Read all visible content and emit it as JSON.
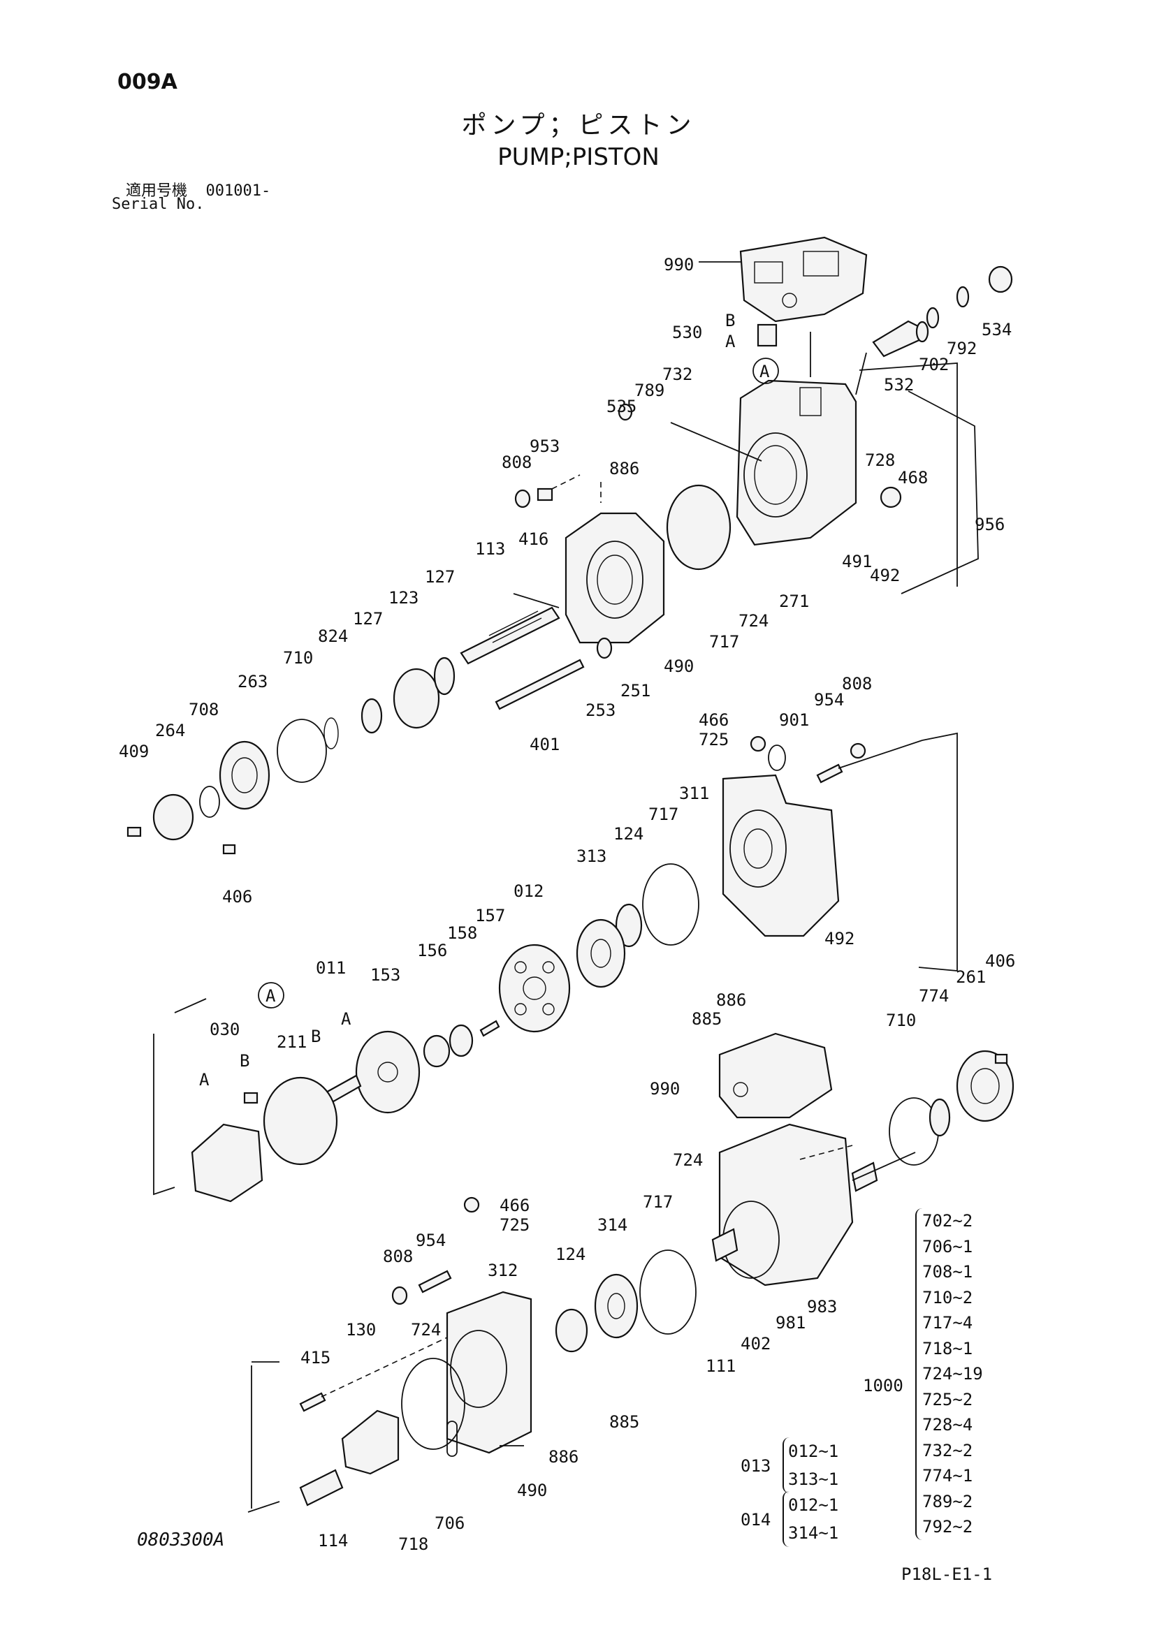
{
  "header": {
    "page_code": "009A",
    "title_jp": "ポンプ；ピストン",
    "title_en": "PUMP;PISTON",
    "serial_label_jp": "適用号機",
    "serial_value": "001001-",
    "serial_label_en": "Serial No."
  },
  "footer": {
    "drawing_number": "0803300A",
    "sheet_number": "P18L-E1-1"
  },
  "callouts": [
    "990",
    "530",
    "B",
    "A",
    "534",
    "792",
    "702",
    "532",
    "732",
    "789",
    "535",
    "A",
    "953",
    "808",
    "886",
    "728",
    "468",
    "956",
    "491",
    "492",
    "416",
    "113",
    "127",
    "123",
    "127",
    "824",
    "710",
    "263",
    "708",
    "264",
    "409",
    "717",
    "724",
    "271",
    "490",
    "251",
    "253",
    "401",
    "406",
    "466",
    "725",
    "901",
    "954",
    "808",
    "311",
    "717",
    "124",
    "313",
    "012",
    "157",
    "158",
    "156",
    "153",
    "011",
    "B",
    "A",
    "A",
    "030",
    "B",
    "A",
    "211",
    "492",
    "886",
    "885",
    "406",
    "261",
    "774",
    "710",
    "990",
    "724",
    "717",
    "466",
    "725",
    "954",
    "808",
    "312",
    "314",
    "124",
    "130",
    "415",
    "724",
    "114",
    "718",
    "706",
    "490",
    "886",
    "885",
    "111",
    "402",
    "981",
    "983"
  ],
  "kit_1000": {
    "label": "1000",
    "items": [
      "702~2",
      "706~1",
      "708~1",
      "710~2",
      "717~4",
      "718~1",
      "724~19",
      "725~2",
      "728~4",
      "732~2",
      "774~1",
      "789~2",
      "792~2"
    ]
  },
  "kit_013": {
    "label": "013",
    "items": [
      "012~1",
      "313~1"
    ]
  },
  "kit_014": {
    "label": "014",
    "items": [
      "012~1",
      "314~1"
    ]
  }
}
